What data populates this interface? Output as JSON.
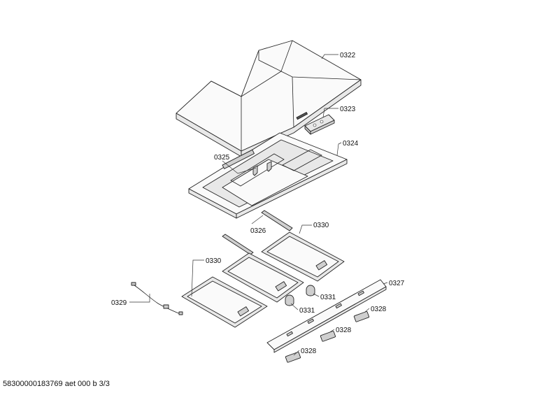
{
  "labels": {
    "p0322": "0322",
    "p0323": "0323",
    "p0324": "0324",
    "p0325": "0325",
    "p0326": "0326",
    "p0327": "0327",
    "p0328a": "0328",
    "p0328b": "0328",
    "p0328c": "0328",
    "p0329": "0329",
    "p0330a": "0330",
    "p0330b": "0330",
    "p0331a": "0331",
    "p0331b": "0331"
  },
  "footer": "58300000183769 aet 000 b 3/3"
}
